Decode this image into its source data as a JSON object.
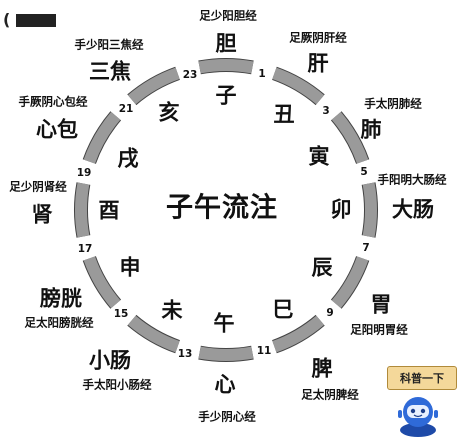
{
  "title": "子午流注",
  "clock": {
    "branches": [
      "子",
      "丑",
      "寅",
      "卯",
      "辰",
      "巳",
      "午",
      "未",
      "申",
      "酉",
      "戌",
      "亥"
    ],
    "hours": [
      "23",
      "1",
      "3",
      "5",
      "7",
      "9",
      "11",
      "13",
      "15",
      "17",
      "19",
      "21"
    ],
    "organs": [
      "胆",
      "肝",
      "肺",
      "大肠",
      "胃",
      "脾",
      "心",
      "小肠",
      "膀胱",
      "肾",
      "心包",
      "三焦"
    ],
    "meridians": [
      "足少阳胆经",
      "足厥阴肝经",
      "手太阴肺经",
      "手阳明大肠经",
      "足阳明胃经",
      "足太阴脾经",
      "手少阴心经",
      "手太阳小肠经",
      "足太阳膀胱经",
      "足少阴肾经",
      "手厥阴心包经",
      "手少阳三焦经"
    ]
  },
  "brand": {
    "label": "科普一下"
  },
  "colors": {
    "ring": "#9a9a9a",
    "ring_edge": "#444444",
    "text": "#111111",
    "brand_bg": "#f4d89a"
  },
  "icons": {
    "mascot": "robot-mascot-icon"
  }
}
